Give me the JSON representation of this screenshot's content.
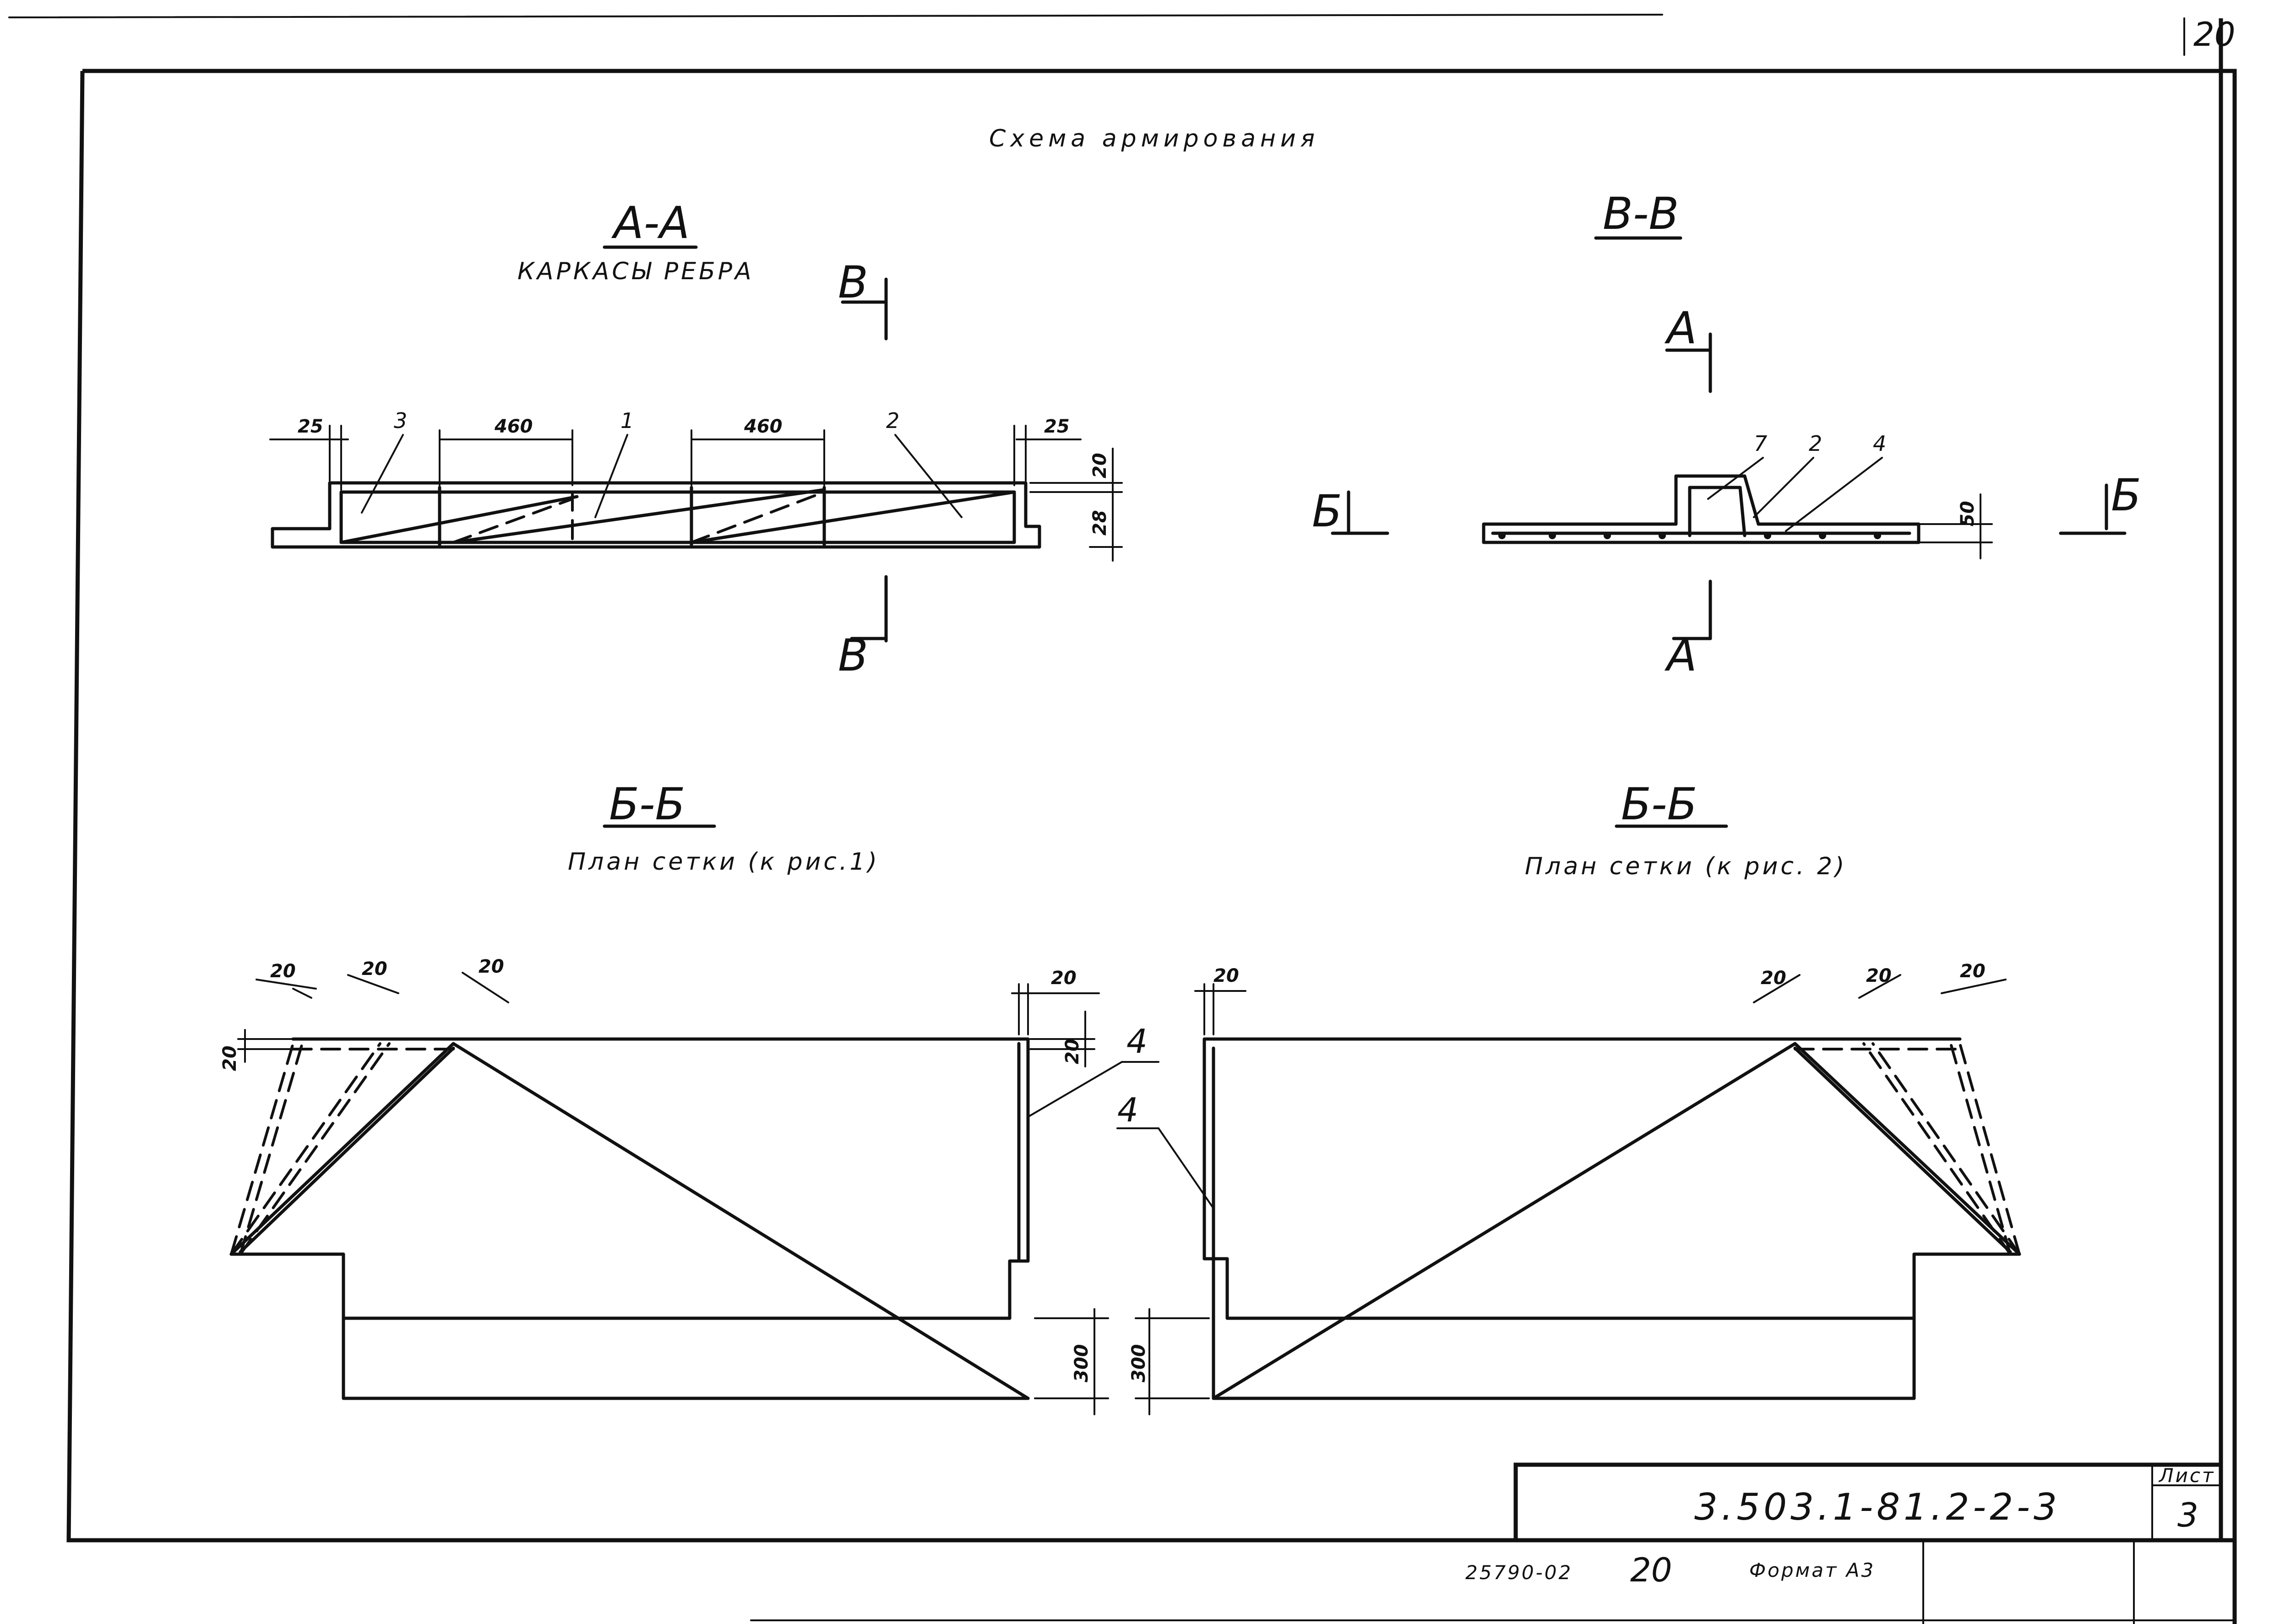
{
  "sheet": {
    "corner_number": "20",
    "title": "Схема армирования",
    "code": "3.503.1-81.2-2-3",
    "sheet_label": "Лист",
    "sheet_number": "3",
    "archive_number": "25790-02",
    "archive_page": "20",
    "format": "Формат А3"
  },
  "section_aa": {
    "title": "А-А",
    "subtitle": "КАРКАСЫ РЕБРА",
    "cut_mark_top": "В",
    "cut_mark_bottom": "В",
    "dim_left": "25",
    "dim_right": "25",
    "span_1": "460",
    "span_2": "460",
    "dim_top_height": "20",
    "dim_bottom_height": "28",
    "callouts": [
      "3",
      "1",
      "2"
    ]
  },
  "section_vv": {
    "title": "В-В",
    "cut_mark_top": "А",
    "cut_mark_bottom": "А",
    "cut_mark_left": "Б",
    "cut_mark_right": "Б",
    "dim_height": "50",
    "callouts": [
      "7",
      "2",
      "4"
    ]
  },
  "plan_1": {
    "title": "Б-Б",
    "subtitle": "План сетки (к рис.1)",
    "dims_angled": [
      "20",
      "20",
      "20"
    ],
    "dim_left": "20",
    "dim_top_right": "20",
    "dim_right": "20",
    "dim_bottom": "300",
    "callout": "4"
  },
  "plan_2": {
    "title": "Б-Б",
    "subtitle": "План сетки (к рис. 2)",
    "dims_angled": [
      "20",
      "20",
      "20"
    ],
    "dim_top_left": "20",
    "dim_bottom": "300",
    "callout": "4"
  }
}
